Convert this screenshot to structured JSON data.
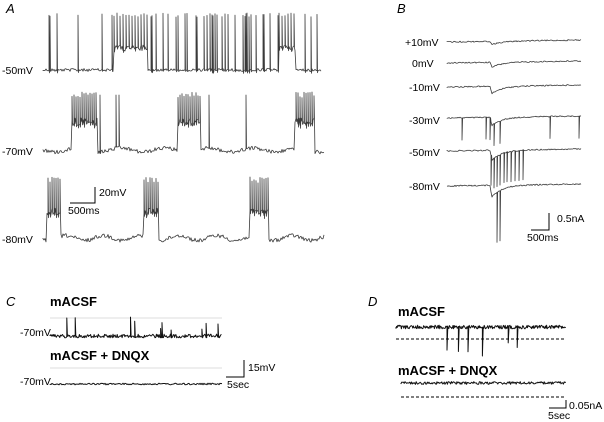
{
  "panels": {
    "a": {
      "letter": "A",
      "traces": [
        {
          "label": "-50mV"
        },
        {
          "label": "-70mV"
        },
        {
          "label": "-80mV"
        }
      ],
      "scalebar": {
        "v": "20mV",
        "t": "500ms"
      }
    },
    "b": {
      "letter": "B",
      "traces": [
        {
          "label": "+10mV"
        },
        {
          "label": "0mV"
        },
        {
          "label": "-10mV"
        },
        {
          "label": "-30mV"
        },
        {
          "label": "-50mV"
        },
        {
          "label": "-80mV"
        }
      ],
      "scalebar": {
        "i": "0.5nA",
        "t": "500ms"
      }
    },
    "c": {
      "letter": "C",
      "cond1": "mACSF",
      "cond2": "mACSF + DNQX",
      "label1": "-70mV",
      "label2": "-70mV",
      "scalebar": {
        "v": "15mV",
        "t": "5sec"
      }
    },
    "d": {
      "letter": "D",
      "cond1": "mACSF",
      "cond2": "mACSF + DNQX",
      "scalebar": {
        "i": "0.05nA",
        "t": "5sec"
      }
    }
  }
}
